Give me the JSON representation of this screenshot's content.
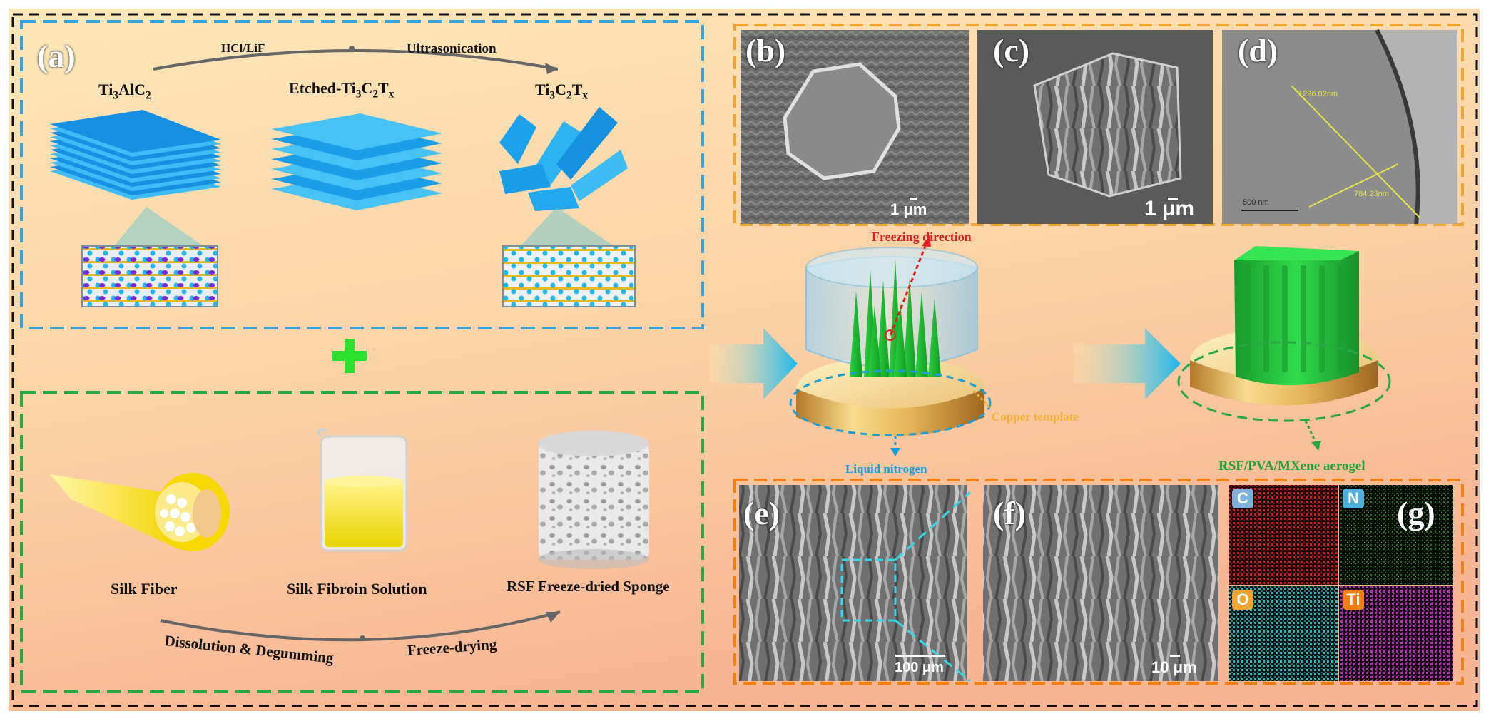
{
  "colors": {
    "background_gradient": [
      "#fde6b6",
      "#f8b493"
    ],
    "mxene_blue": "#1aa3ec",
    "aerogel_green": "#1fc43a",
    "box_a": "#35a4dc",
    "box_sponge": "#28a745",
    "box_sem": "#f0a431",
    "box_eds": "#f07f16",
    "outer_border": "#111111",
    "freezing_direction": "#e02020",
    "liquid_nitrogen": "#1a9ddb",
    "copper_template": "#f0b331"
  },
  "panel_a": {
    "label": "(a)",
    "reagent_label": "HCl/LiF",
    "process_label": "Ultrasonication",
    "precursor": [
      "Ti",
      "3",
      "AlC",
      "2",
      ""
    ],
    "etched": [
      "Etched-Ti",
      "3",
      "C",
      "2",
      "T",
      "x"
    ],
    "product": [
      "Ti",
      "3",
      "C",
      "2",
      "T",
      "x"
    ]
  },
  "plus_icon": "plus-icon",
  "sponge_panel": {
    "silk_fiber": "Silk Fiber",
    "silk_solution": "Silk Fibroin Solution",
    "sponge": "RSF Freeze-dried Sponge",
    "step1": "Dissolution & Degumming",
    "step2": "Freeze-drying"
  },
  "process": {
    "freezing_direction": "Freezing direction",
    "copper_template": "Copper template",
    "liquid_nitrogen": "Liquid nitrogen",
    "aerogel": "RSF/PVA/MXene aerogel"
  },
  "micrographs": {
    "b": {
      "label": "(b)",
      "scale": "1 μm"
    },
    "c": {
      "label": "(c)",
      "scale": "1 μm"
    },
    "d": {
      "label": "(d)",
      "scale": "500 nm",
      "measure1": "1296.02nm",
      "measure2": "784.23nm"
    },
    "e": {
      "label": "(e)",
      "scale": "100 μm"
    },
    "f": {
      "label": "(f)",
      "scale": "10 μm"
    },
    "g": {
      "label": "(g)",
      "elements": [
        "C",
        "N",
        "O",
        "Ti"
      ]
    }
  }
}
